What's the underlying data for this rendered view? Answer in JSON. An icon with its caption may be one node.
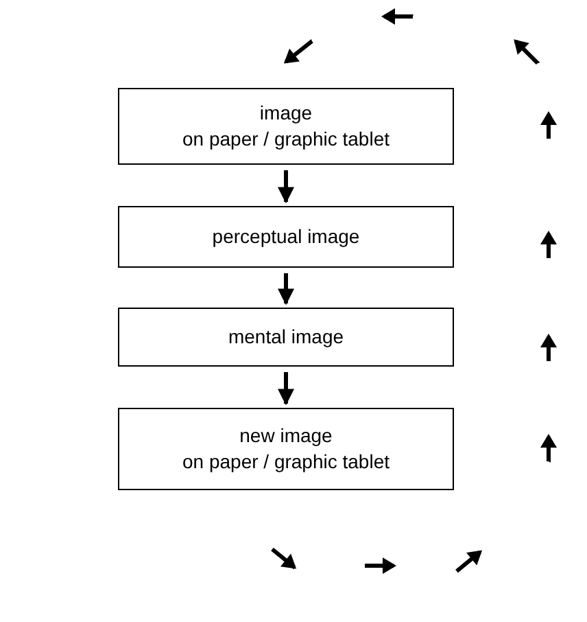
{
  "diagram": {
    "nodes": [
      {
        "text": [
          "image",
          "on paper / graphic tablet"
        ]
      },
      {
        "text": [
          "perceptual image"
        ]
      },
      {
        "text": [
          "mental image"
        ]
      },
      {
        "text": [
          "new image",
          "on paper / graphic tablet"
        ]
      }
    ],
    "edges": [
      {
        "from": 0,
        "to": 1,
        "arrow": "to"
      },
      {
        "from": 1,
        "to": 2,
        "arrow": "to"
      },
      {
        "from": 2,
        "to": 3,
        "arrow": "to"
      },
      {
        "from": 3,
        "to": 0,
        "arrow": "to",
        "style": "dashed"
      }
    ]
  }
}
